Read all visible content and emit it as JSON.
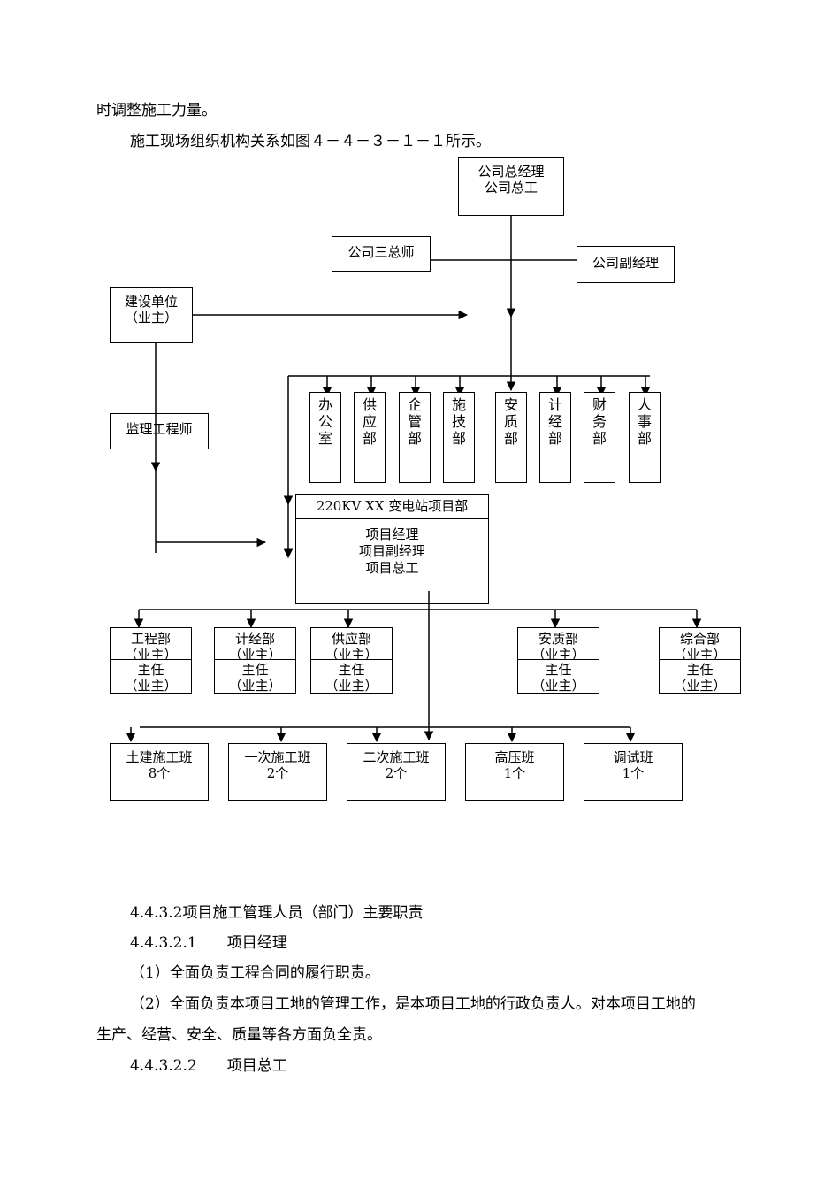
{
  "paragraphs_top": [
    "时调整施工力量。",
    "施工现场组织机构关系如图４－４－３－１－１所示。"
  ],
  "org_chart": {
    "top": {
      "line1": "公司总经理",
      "line2": "公司总工"
    },
    "side_left": "公司三总师",
    "side_right": "公司副经理",
    "owner": {
      "line1": "建设单位",
      "line2": "（业主）"
    },
    "supervisor": "监理工程师",
    "company_departments": [
      "办公室",
      "供应部",
      "企管部",
      "施技部",
      "安质部",
      "计经部",
      "财务部",
      "人事部"
    ],
    "project": {
      "title": "220KV XX  变电站项目部",
      "roles": [
        "项目经理",
        "项目副经理",
        "项目总工"
      ]
    },
    "project_departments": [
      {
        "name": "工程部",
        "sub": "（业主）",
        "head": "主任",
        "head_sub": "（业主）"
      },
      {
        "name": "计经部",
        "sub": "（业主）",
        "head": "主任",
        "head_sub": "（业主）"
      },
      {
        "name": "供应部",
        "sub": "（业主）",
        "head": "主任",
        "head_sub": "（业主）"
      },
      {
        "name": "安质部",
        "sub": "（业主）",
        "head": "主任",
        "head_sub": "（业主）"
      },
      {
        "name": "综合部",
        "sub": "（业主）",
        "head": "主任",
        "head_sub": "（业主）"
      }
    ],
    "teams": [
      {
        "name": "土建施工班",
        "count": "8个"
      },
      {
        "name": "一次施工班",
        "count": "2个"
      },
      {
        "name": "二次施工班",
        "count": "2个"
      },
      {
        "name": "高压班",
        "count": "1个"
      },
      {
        "name": "调试班",
        "count": "1个"
      }
    ]
  },
  "paragraphs_bottom": [
    "4.4.3.2项目施工管理人员（部门）主要职责",
    "4.4.3.2.1　　项目经理",
    "（1）全面负责工程合同的履行职责。",
    "（2）全面负责本项目工地的管理工作，是本项目工地的行政负责人。对本项目工地的",
    "生产、经营、安全、质量等各方面负全责。",
    "4.4.3.2.2　　项目总工"
  ]
}
